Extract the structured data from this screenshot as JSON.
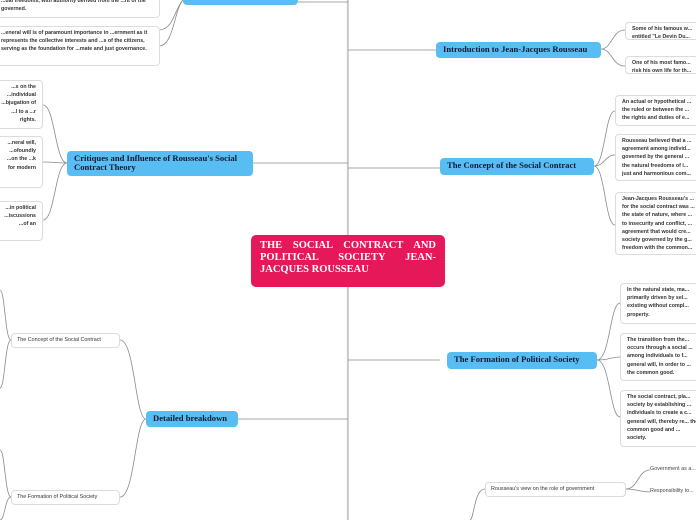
{
  "center": {
    "title": "THE SOCIAL CONTRACT AND POLITICAL SOCIETY JEAN-JACQUES ROUSSEAU"
  },
  "right": {
    "intro": {
      "label": "Introduction to Jean-Jacques Rousseau",
      "subs": [
        "Some of his famous w... entitled \"Le Devin Du...",
        "One of his most famo... risk his own life for th..."
      ]
    },
    "concept": {
      "label": "The Concept of the Social Contract",
      "subs": [
        "An actual or hypothetical ... the ruled or between the ... the rights and duties of e...",
        "Rousseau believed that a ... agreement among individ... governed by the general ... the natural freedoms of i... just and harmonious com...",
        "Jean-Jacques Rousseau's ... for the social contract was ... the state of nature, where ... to insecurity and conflict, ... agreement that would cre... society governed by the g... freedom with the common..."
      ]
    },
    "formation": {
      "label": "The Formation of Political Society",
      "subs": [
        "In the natural state, ma... primarily driven by sel... existing without compl... property.",
        "The transition from the... occurs through a social ... among individuals to f... general will, in order to ... the common good.",
        "The social contract, pla... society by establishing ... individuals to create a c... general will, thereby re... the common good and ... society."
      ]
    },
    "government": {
      "label": "Rousseau's view on the role of government",
      "items": [
        "Government as a...",
        "Responsibility to..."
      ]
    }
  },
  "left": {
    "top_subs": [
      "...ual freedoms, with authority derived from the ...nt of the governed.",
      "...eneral will is of paramount importance in ...ernment as it represents the collective interests and ...s of the citizens, serving as the foundation for ...mate and just governance."
    ],
    "critiques": {
      "label": "Critiques and Influence of Rousseau's Social Contract Theory",
      "subs": [
        "...s on the ...individual ...bjugation of ...l to a ...r rights.",
        "...neral will, ...ofoundly ...on the ...k for modern",
        "...in political ...iscussions ...of an"
      ]
    },
    "detailed": {
      "label": "Detailed breakdown",
      "subs": [
        "The Concept of the Social Contract",
        "The Formation of Political Society"
      ]
    }
  }
}
